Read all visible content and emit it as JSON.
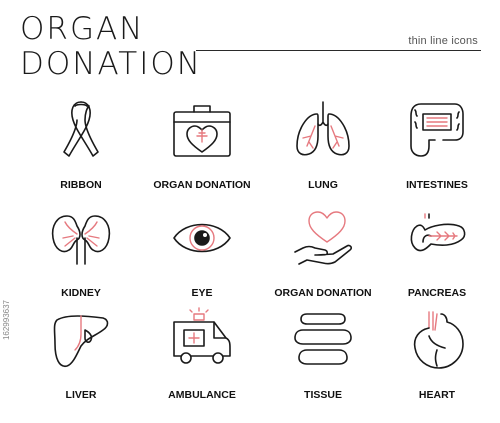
{
  "header": {
    "title_line1": "ORGAN",
    "title_line2": "DONATION",
    "subtitle": "thin line icons"
  },
  "side_id": "162993637",
  "colors": {
    "stroke": "#1a1a1a",
    "accent": "#e6797f"
  },
  "icons": [
    {
      "label": "RIBBON",
      "icon": "ribbon-icon"
    },
    {
      "label": "ORGAN DONATION",
      "icon": "medical-case-icon"
    },
    {
      "label": "LUNG",
      "icon": "lungs-icon"
    },
    {
      "label": "INTESTINES",
      "icon": "intestines-icon"
    },
    {
      "label": "KIDNEY",
      "icon": "kidneys-icon"
    },
    {
      "label": "EYE",
      "icon": "eye-icon"
    },
    {
      "label": "ORGAN DONATION",
      "icon": "heart-in-hand-icon"
    },
    {
      "label": "PANCREAS",
      "icon": "pancreas-icon"
    },
    {
      "label": "LIVER",
      "icon": "liver-icon"
    },
    {
      "label": "AMBULANCE",
      "icon": "ambulance-icon"
    },
    {
      "label": "TISSUE",
      "icon": "bones-icon"
    },
    {
      "label": "HEART",
      "icon": "heart-organ-icon"
    }
  ]
}
